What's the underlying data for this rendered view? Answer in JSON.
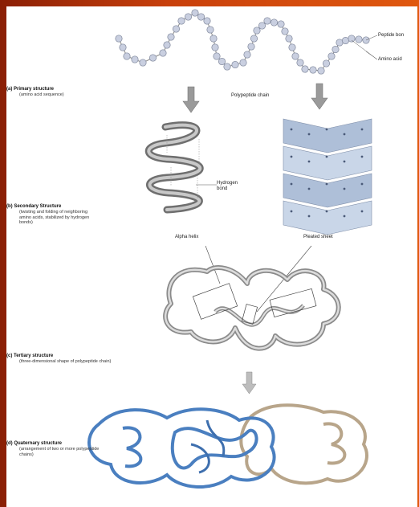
{
  "labels": {
    "peptide_bond": "Peptide bon",
    "amino_acids": "Amino acid",
    "polypeptide_chain": "Polypeptide chain",
    "hydrogen_bond": "Hydrogen bond",
    "alpha_helix": "Alpha helix",
    "pleated_sheet": "Pleated sheet"
  },
  "sections": {
    "primary": {
      "title": "(a) Primary structure",
      "desc": "(amino acid sequence)"
    },
    "secondary": {
      "title": "(b) Secondary Structure",
      "desc": "(twisting and folding of neighboring amino acids, stabilized by hydrogen bonds)"
    },
    "tertiary": {
      "title": "(c) Tertiary structure",
      "desc": "(three-dimensional shape of polypeptide chain)"
    },
    "quaternary": {
      "title": "(d) Quaternary structure",
      "desc": "(arrangement of two or more polypeptide chains)"
    }
  },
  "colors": {
    "background": "#c8400c",
    "panel": "#ffffff",
    "bead": "#c9cfe0",
    "ribbon": "#8a8a8a",
    "sheet": "#aebfd8",
    "chain_blue": "#4a7fc0",
    "chain_tan": "#b8a58a"
  }
}
